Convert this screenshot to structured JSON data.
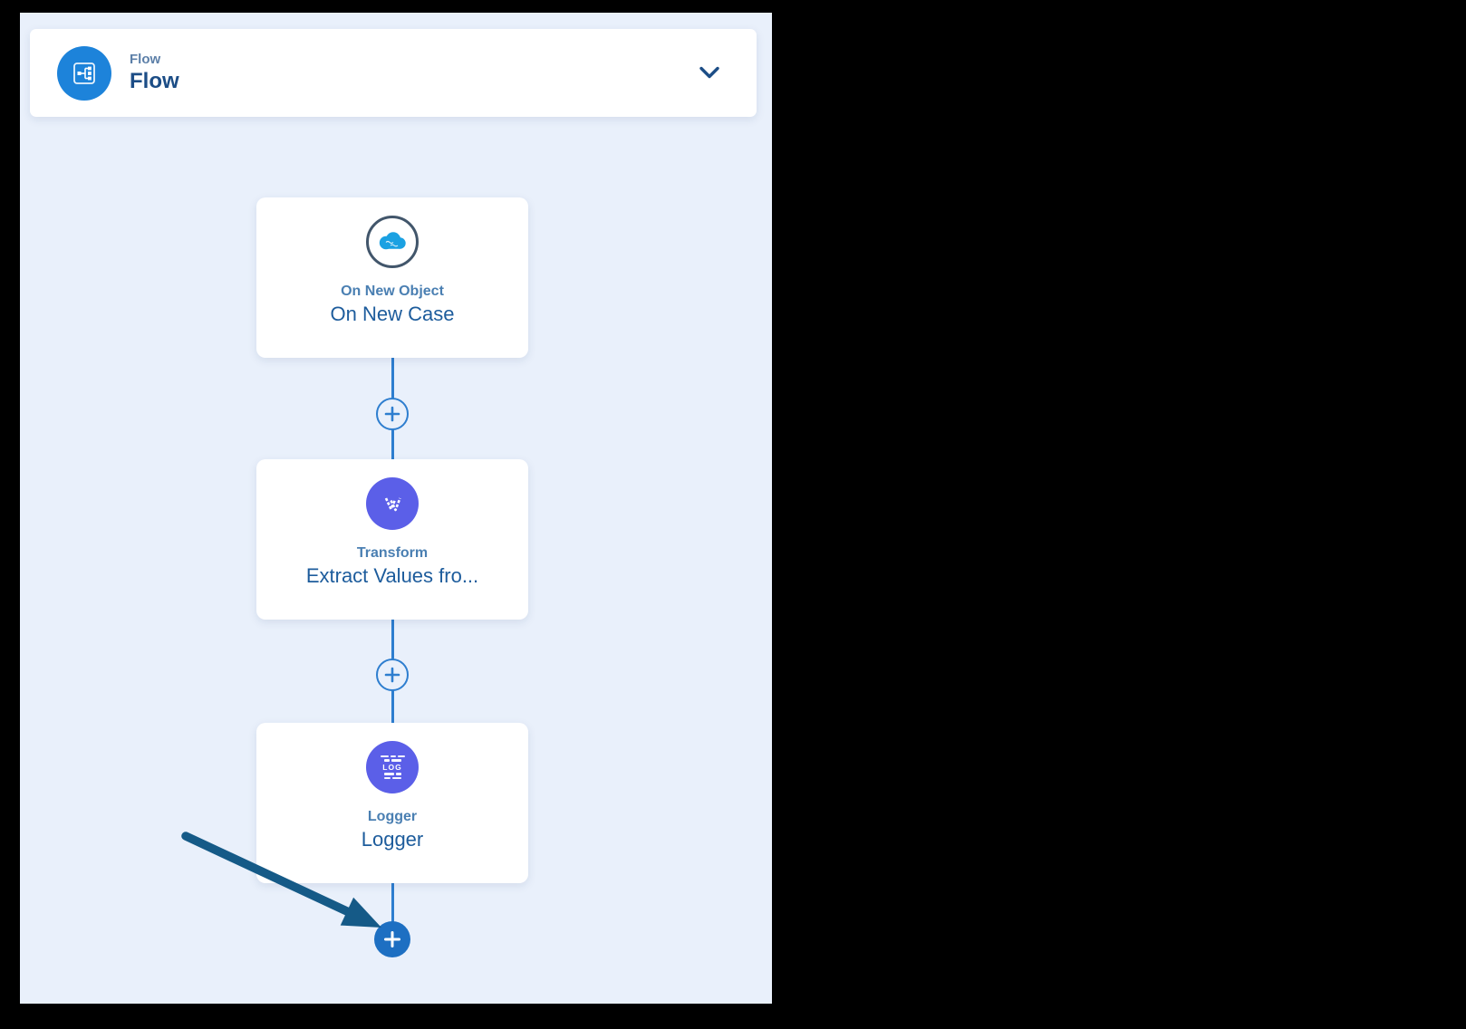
{
  "header": {
    "type_label": "Flow",
    "title": "Flow",
    "icon": "flow-branch-icon"
  },
  "flow": {
    "nodes": [
      {
        "type_label": "On New Object",
        "title": "On New Case",
        "icon": "salesforce-cloud-icon"
      },
      {
        "type_label": "Transform",
        "title": "Extract Values fro...",
        "icon": "dataweave-icon"
      },
      {
        "type_label": "Logger",
        "title": "Logger",
        "icon": "logger-icon",
        "icon_text": "LOG"
      }
    ],
    "connectors": {
      "add_step_icon": "plus-icon",
      "add_next_step_icon": "plus-icon"
    }
  },
  "annotation": {
    "type": "arrow",
    "points_to": "add-next-step-button"
  },
  "colors": {
    "canvas_background": "#e9f0fb",
    "card_background": "#ffffff",
    "header_icon_blue": "#1d83da",
    "connector_blue": "#2e7ecf",
    "filled_plus_blue": "#1d6fc2",
    "node_purple": "#5b5fe8",
    "salesforce_blue": "#1ba1e2",
    "icon_outline": "#42566b",
    "type_label_blue": "#4a7fb2",
    "title_blue": "#1d5c9c",
    "header_title_blue": "#1c4d86",
    "arrow_navy": "#155a87"
  }
}
